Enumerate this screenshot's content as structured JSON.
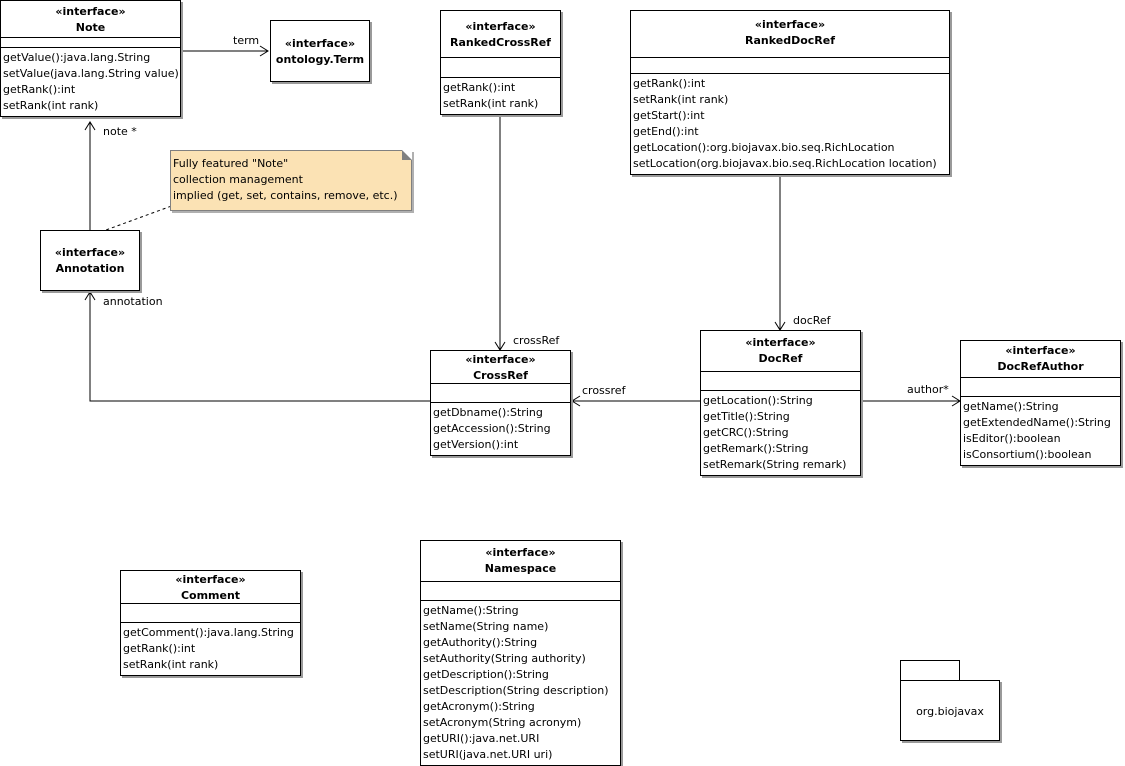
{
  "classes": {
    "note": {
      "stereotype": "«interface»",
      "name": "Note",
      "ops": [
        "getValue():java.lang.String",
        "setValue(java.lang.String value)",
        "getRank():int",
        "setRank(int rank)"
      ]
    },
    "term": {
      "stereotype": "«interface»",
      "name": "ontology.Term",
      "ops": []
    },
    "ranked_cross_ref": {
      "stereotype": "«interface»",
      "name": "RankedCrossRef",
      "ops": [
        "getRank():int",
        "setRank(int rank)"
      ]
    },
    "ranked_doc_ref": {
      "stereotype": "«interface»",
      "name": "RankedDocRef",
      "ops": [
        "getRank():int",
        "setRank(int rank)",
        "getStart():int",
        "getEnd():int",
        "getLocation():org.biojavax.bio.seq.RichLocation",
        "setLocation(org.biojavax.bio.seq.RichLocation location)"
      ]
    },
    "annotation": {
      "stereotype": "«interface»",
      "name": "Annotation",
      "ops": []
    },
    "cross_ref": {
      "stereotype": "«interface»",
      "name": "CrossRef",
      "ops": [
        "getDbname():String",
        "getAccession():String",
        "getVersion():int"
      ]
    },
    "doc_ref": {
      "stereotype": "«interface»",
      "name": "DocRef",
      "ops": [
        "getLocation():String",
        "getTitle():String",
        "getCRC():String",
        "getRemark():String",
        "setRemark(String remark)"
      ]
    },
    "doc_ref_author": {
      "stereotype": "«interface»",
      "name": "DocRefAuthor",
      "ops": [
        "getName():String",
        "getExtendedName():String",
        "isEditor():boolean",
        "isConsortium():boolean"
      ]
    },
    "comment": {
      "stereotype": "«interface»",
      "name": "Comment",
      "ops": [
        "getComment():java.lang.String",
        "getRank():int",
        "setRank(int rank)"
      ]
    },
    "namespace": {
      "stereotype": "«interface»",
      "name": "Namespace",
      "ops": [
        "getName():String",
        "setName(String name)",
        "getAuthority():String",
        "setAuthority(String authority)",
        "getDescription():String",
        "setDescription(String description)",
        "getAcronym():String",
        "setAcronym(String acronym)",
        "getURI():java.net.URI",
        "setURI(java.net.URI uri)"
      ]
    }
  },
  "note_box": {
    "lines": [
      "Fully featured \"Note\"",
      "collection management",
      "implied (get, set, contains, remove, etc.)"
    ]
  },
  "package": {
    "name": "org.biojavax"
  },
  "edge_labels": {
    "term": "term",
    "note": "note *",
    "annotation": "annotation",
    "cross_ref_role": "crossRef",
    "crossref": "crossref",
    "doc_ref_role": "docRef",
    "author": "author*"
  }
}
